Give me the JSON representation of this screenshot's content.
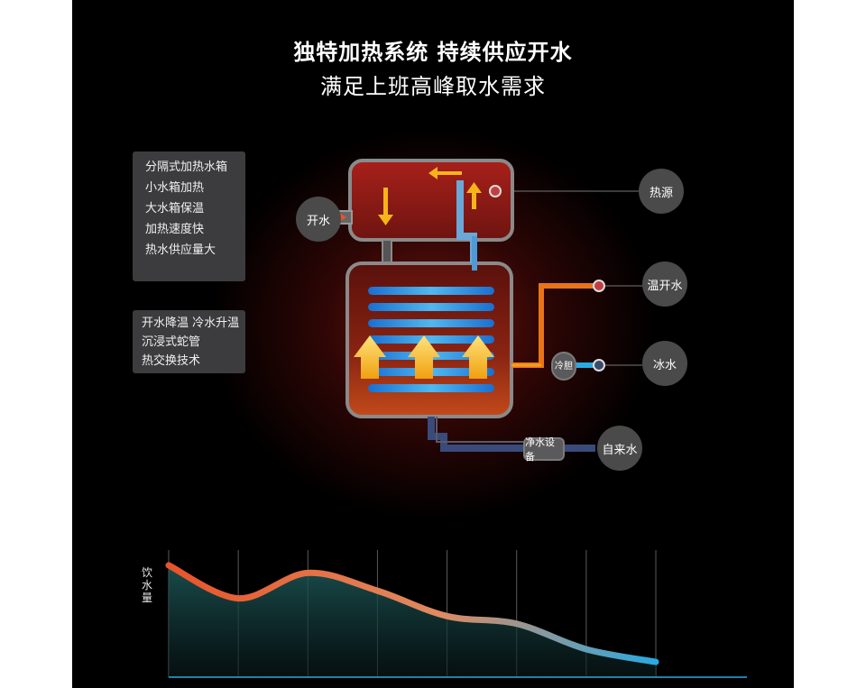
{
  "header": {
    "title": "独特加热系统  持续供应开水",
    "subtitle": "满足上班高峰取水需求"
  },
  "features_box_1": {
    "items": [
      "分隔式加热水箱",
      "小水箱加热",
      "大水箱保温",
      "加热速度快",
      "热水供应量大"
    ]
  },
  "features_box_2": {
    "items": [
      "开水降温 冷水升温",
      "沉浸式蛇管",
      "热交换技术"
    ]
  },
  "labels": {
    "boiling_water": "开水",
    "heat_source": "热源",
    "warm_boiling_water": "温开水",
    "ice_water": "冰水",
    "tap_water": "自来水",
    "purifier": "净水设备",
    "cold_tank": "冷胆"
  },
  "colors": {
    "hot": "#e8542a",
    "cold": "#2aa9e0",
    "arrow": "#f5c518",
    "axis": "#2aa9e0"
  },
  "chart_data": {
    "type": "area",
    "ylabel": "饮水量",
    "xlabel": "",
    "x": [
      0,
      1,
      2,
      3,
      4,
      5,
      6,
      7
    ],
    "values": [
      0.88,
      0.62,
      0.82,
      0.68,
      0.48,
      0.42,
      0.22,
      0.12
    ],
    "ylim": [
      0,
      1
    ],
    "grid": true,
    "gradient": [
      "#e8542a",
      "#2aa9e0"
    ]
  }
}
